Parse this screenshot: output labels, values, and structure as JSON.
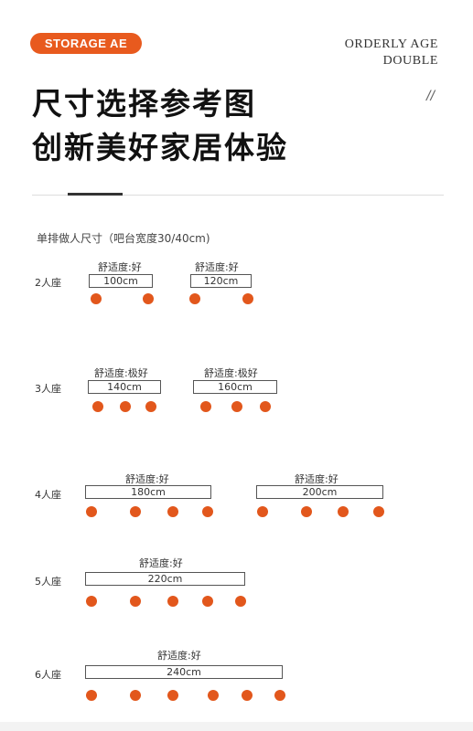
{
  "header": {
    "badge": "STORAGE AE",
    "brand_line1": "ORDERLY AGE",
    "brand_line2": "DOUBLE",
    "title_line1": "尺寸选择参考图",
    "title_line2": "创新美好家居体验",
    "slashes": "//"
  },
  "section": {
    "heading": "单排做人尺寸（吧台宽度30/40cm)"
  },
  "rows": {
    "r2": {
      "label": "2人座",
      "o1": {
        "comfort": "舒适度:好",
        "width": "100cm"
      },
      "o2": {
        "comfort": "舒适度:好",
        "width": "120cm"
      }
    },
    "r3": {
      "label": "3人座",
      "o1": {
        "comfort": "舒适度:极好",
        "width": "140cm"
      },
      "o2": {
        "comfort": "舒适度:极好",
        "width": "160cm"
      }
    },
    "r4": {
      "label": "4人座",
      "o1": {
        "comfort": "舒适度:好",
        "width": "180cm"
      },
      "o2": {
        "comfort": "舒适度:好",
        "width": "200cm"
      }
    },
    "r5": {
      "label": "5人座",
      "o1": {
        "comfort": "舒适度:好",
        "width": "220cm"
      }
    },
    "r6": {
      "label": "6人座",
      "o1": {
        "comfort": "舒适度:好",
        "width": "240cm"
      }
    }
  },
  "colors": {
    "accent": "#e85a1e",
    "seat_dot": "#e2571c"
  }
}
